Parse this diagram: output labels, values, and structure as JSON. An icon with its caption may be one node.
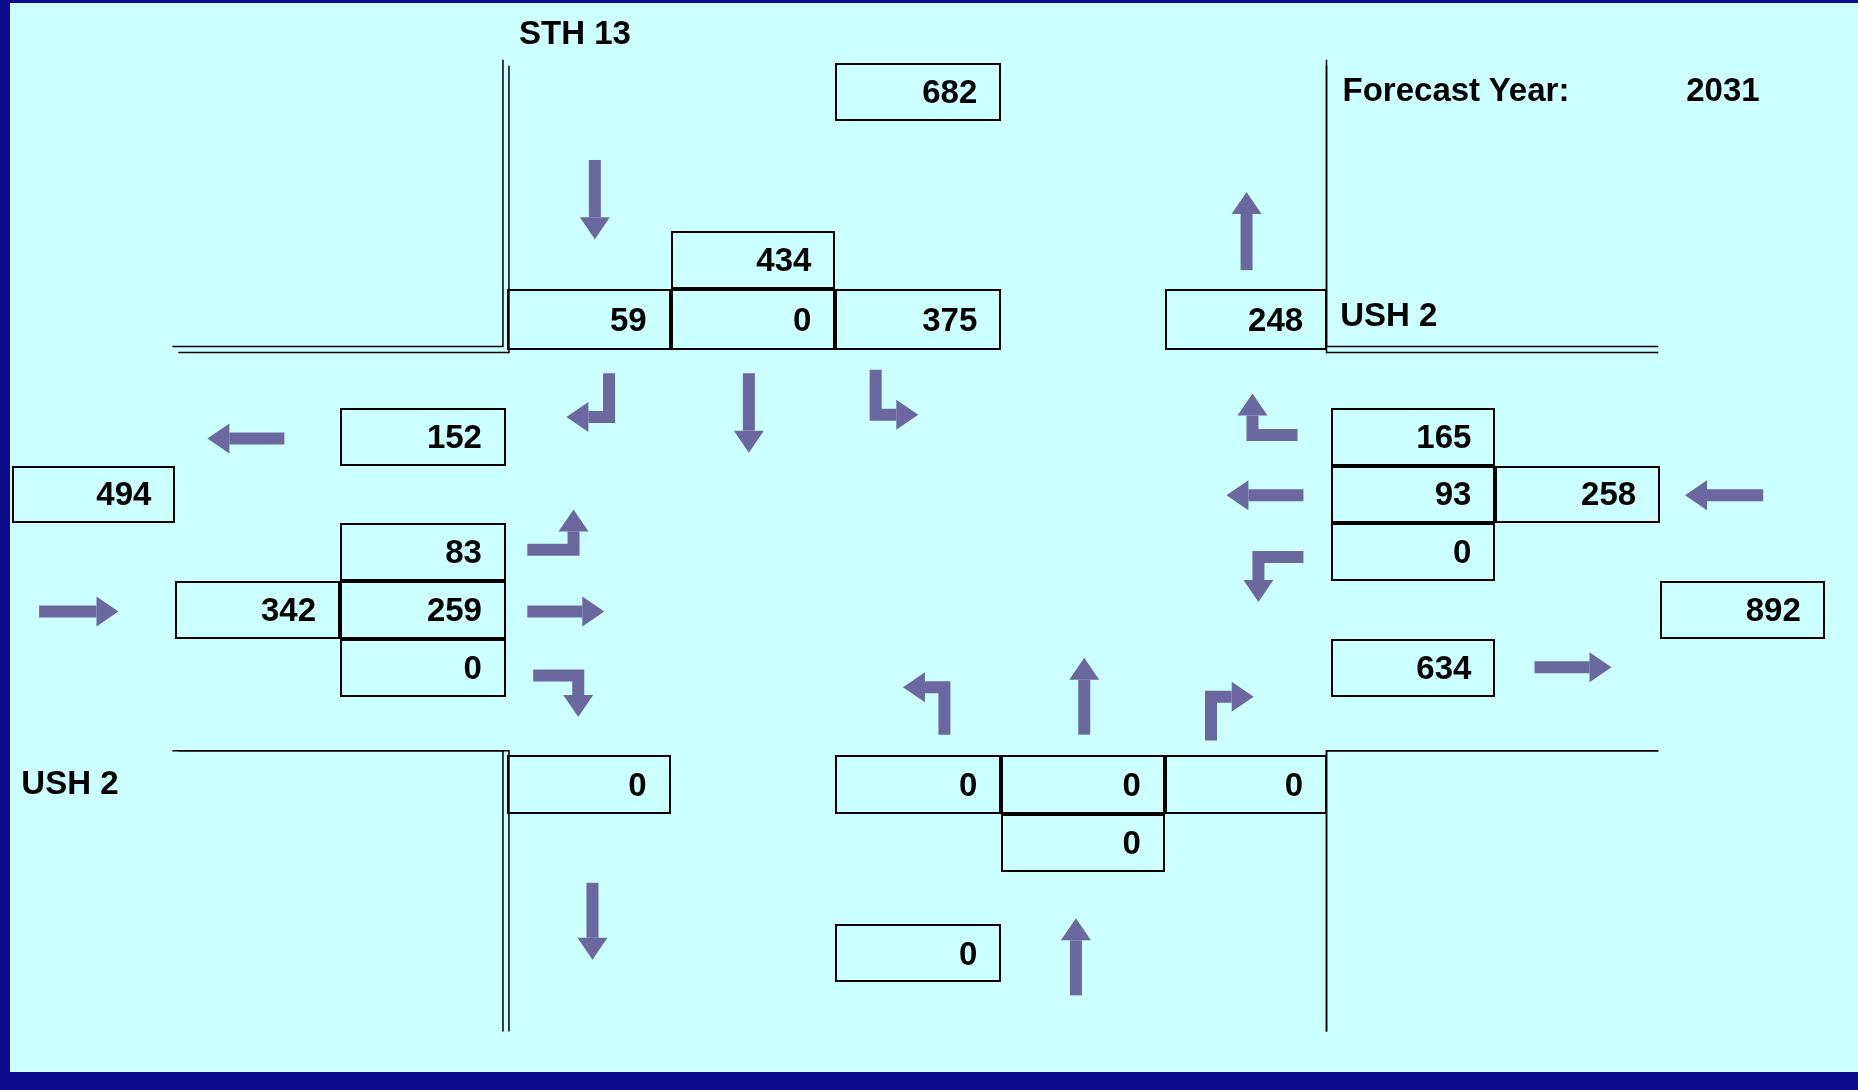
{
  "diagram": {
    "nodes": [
      {
        "text": [
          "682"
        ]
      },
      {
        "text": [
          "434"
        ]
      },
      {
        "text": [
          "59"
        ]
      },
      {
        "text": [
          "0"
        ]
      },
      {
        "text": [
          "375"
        ]
      },
      {
        "text": [
          "248"
        ]
      },
      {
        "text": [
          "152"
        ]
      },
      {
        "text": [
          "165"
        ]
      },
      {
        "text": [
          "494"
        ]
      },
      {
        "text": [
          "93"
        ]
      },
      {
        "text": [
          "258"
        ]
      },
      {
        "text": [
          "83"
        ]
      },
      {
        "text": [
          "0"
        ]
      },
      {
        "text": [
          "342"
        ]
      },
      {
        "text": [
          "259"
        ]
      },
      {
        "text": [
          "892"
        ]
      },
      {
        "text": [
          "0"
        ]
      },
      {
        "text": [
          "634"
        ]
      },
      {
        "text": [
          "0"
        ]
      },
      {
        "text": [
          "0"
        ]
      },
      {
        "text": [
          "0"
        ]
      },
      {
        "text": [
          "0"
        ]
      },
      {
        "text": [
          "0"
        ]
      },
      {
        "text": [
          "0"
        ]
      }
    ],
    "edges": [],
    "labels": [
      "STH 13",
      "Forecast Year:",
      "2031",
      "USH 2",
      "USH 2"
    ]
  }
}
